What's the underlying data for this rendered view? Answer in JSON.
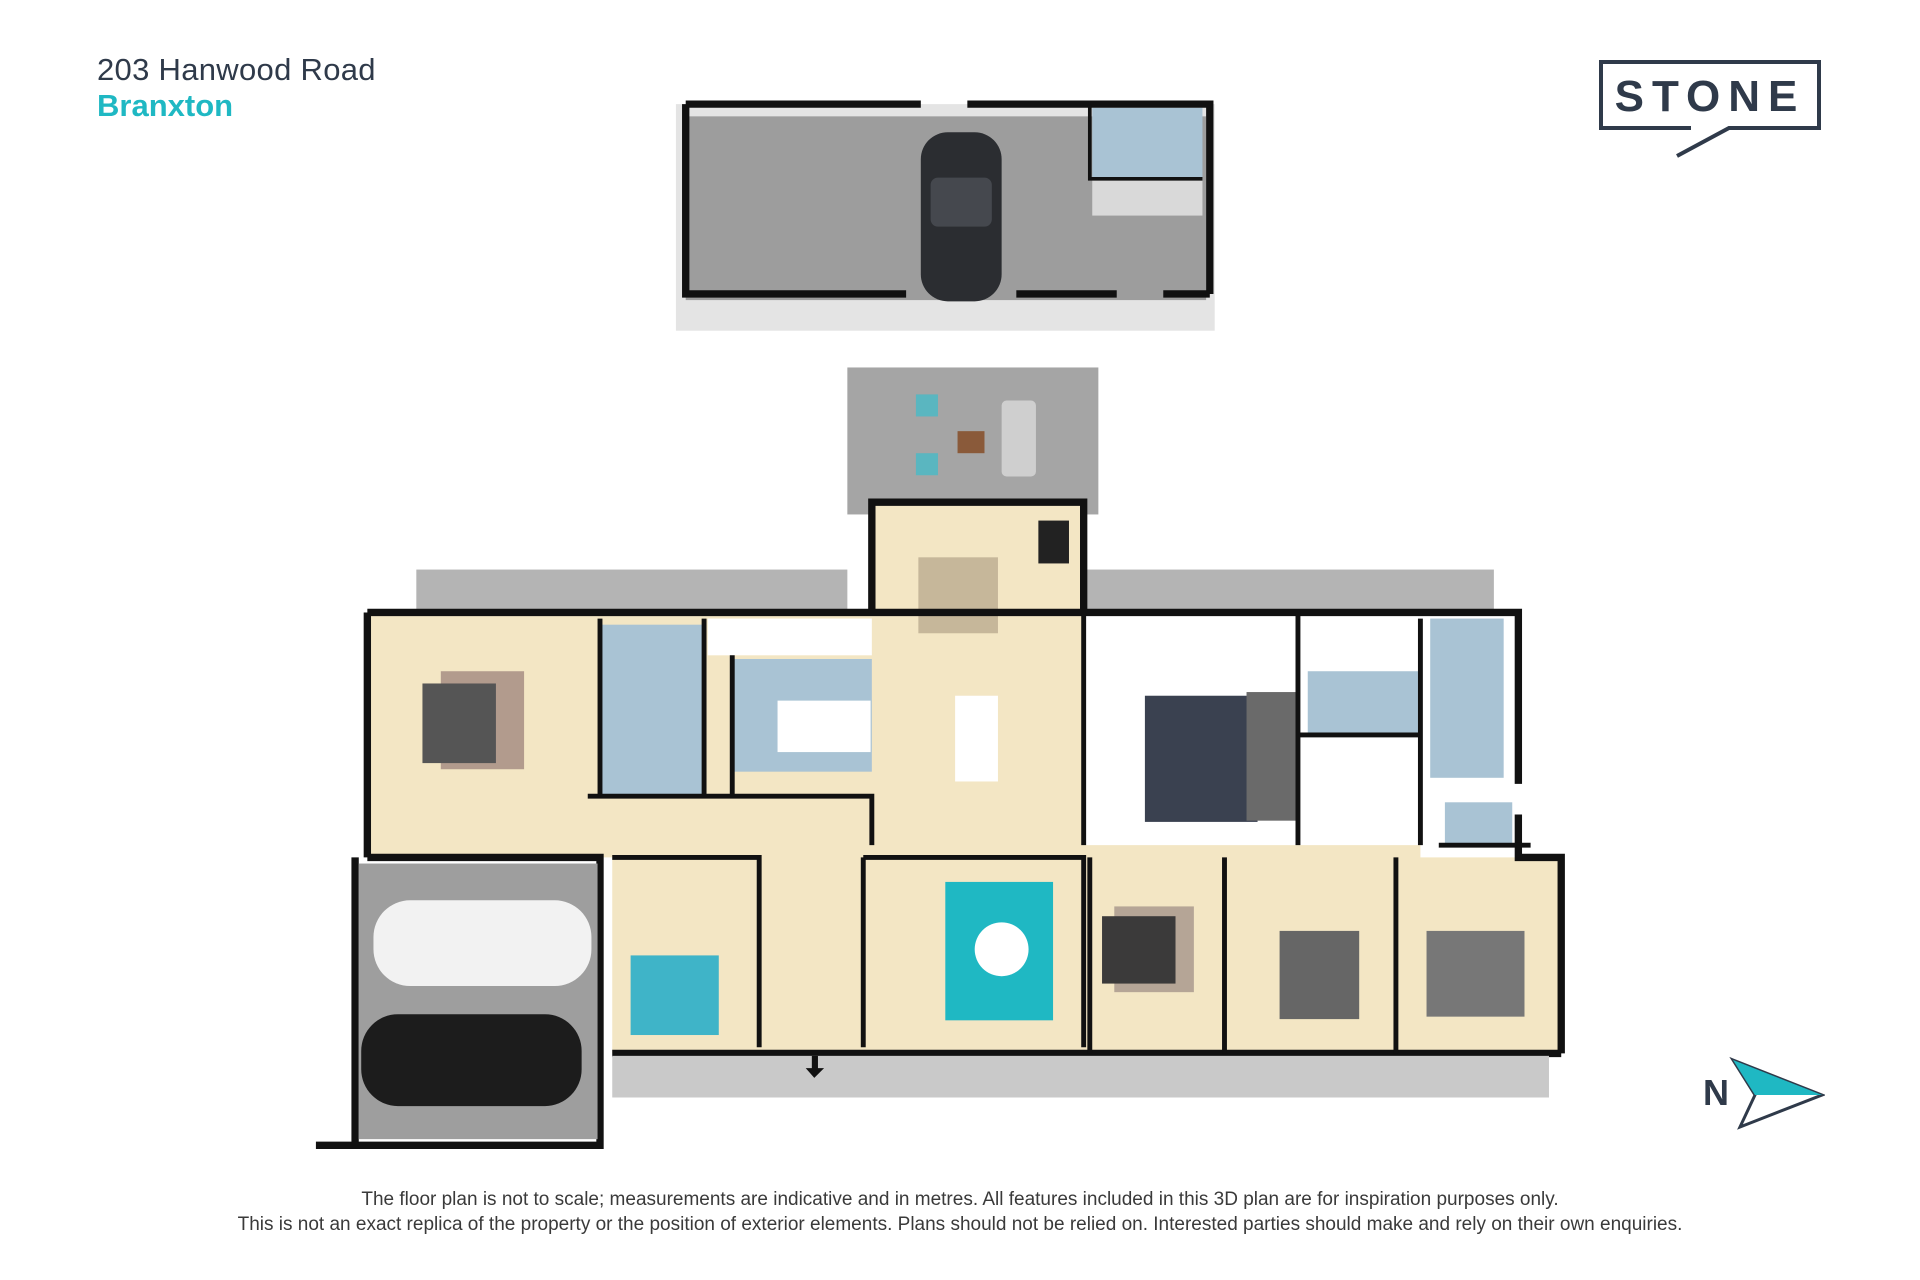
{
  "header": {
    "address": "203 Hanwood Road",
    "suburb": "Branxton"
  },
  "logo": {
    "text": "STONE"
  },
  "compass": {
    "label": "N"
  },
  "disclaimer": {
    "line1": "The floor plan is not to scale; measurements are indicative and in metres. All features included in this 3D plan are for inspiration purposes only.",
    "line2": "This is not an exact replica of the property or the position of exterior elements. Plans should not be relied on. Interested parties should make and rely on their own enquiries."
  },
  "colors": {
    "accent": "#1fb8c3",
    "brand": "#2f3a4a",
    "floor": "#f3e6c4",
    "tile": "#a9c3d4",
    "concrete": "#a7a7a7",
    "wall": "#111111",
    "rug": "#1fb8c3"
  }
}
